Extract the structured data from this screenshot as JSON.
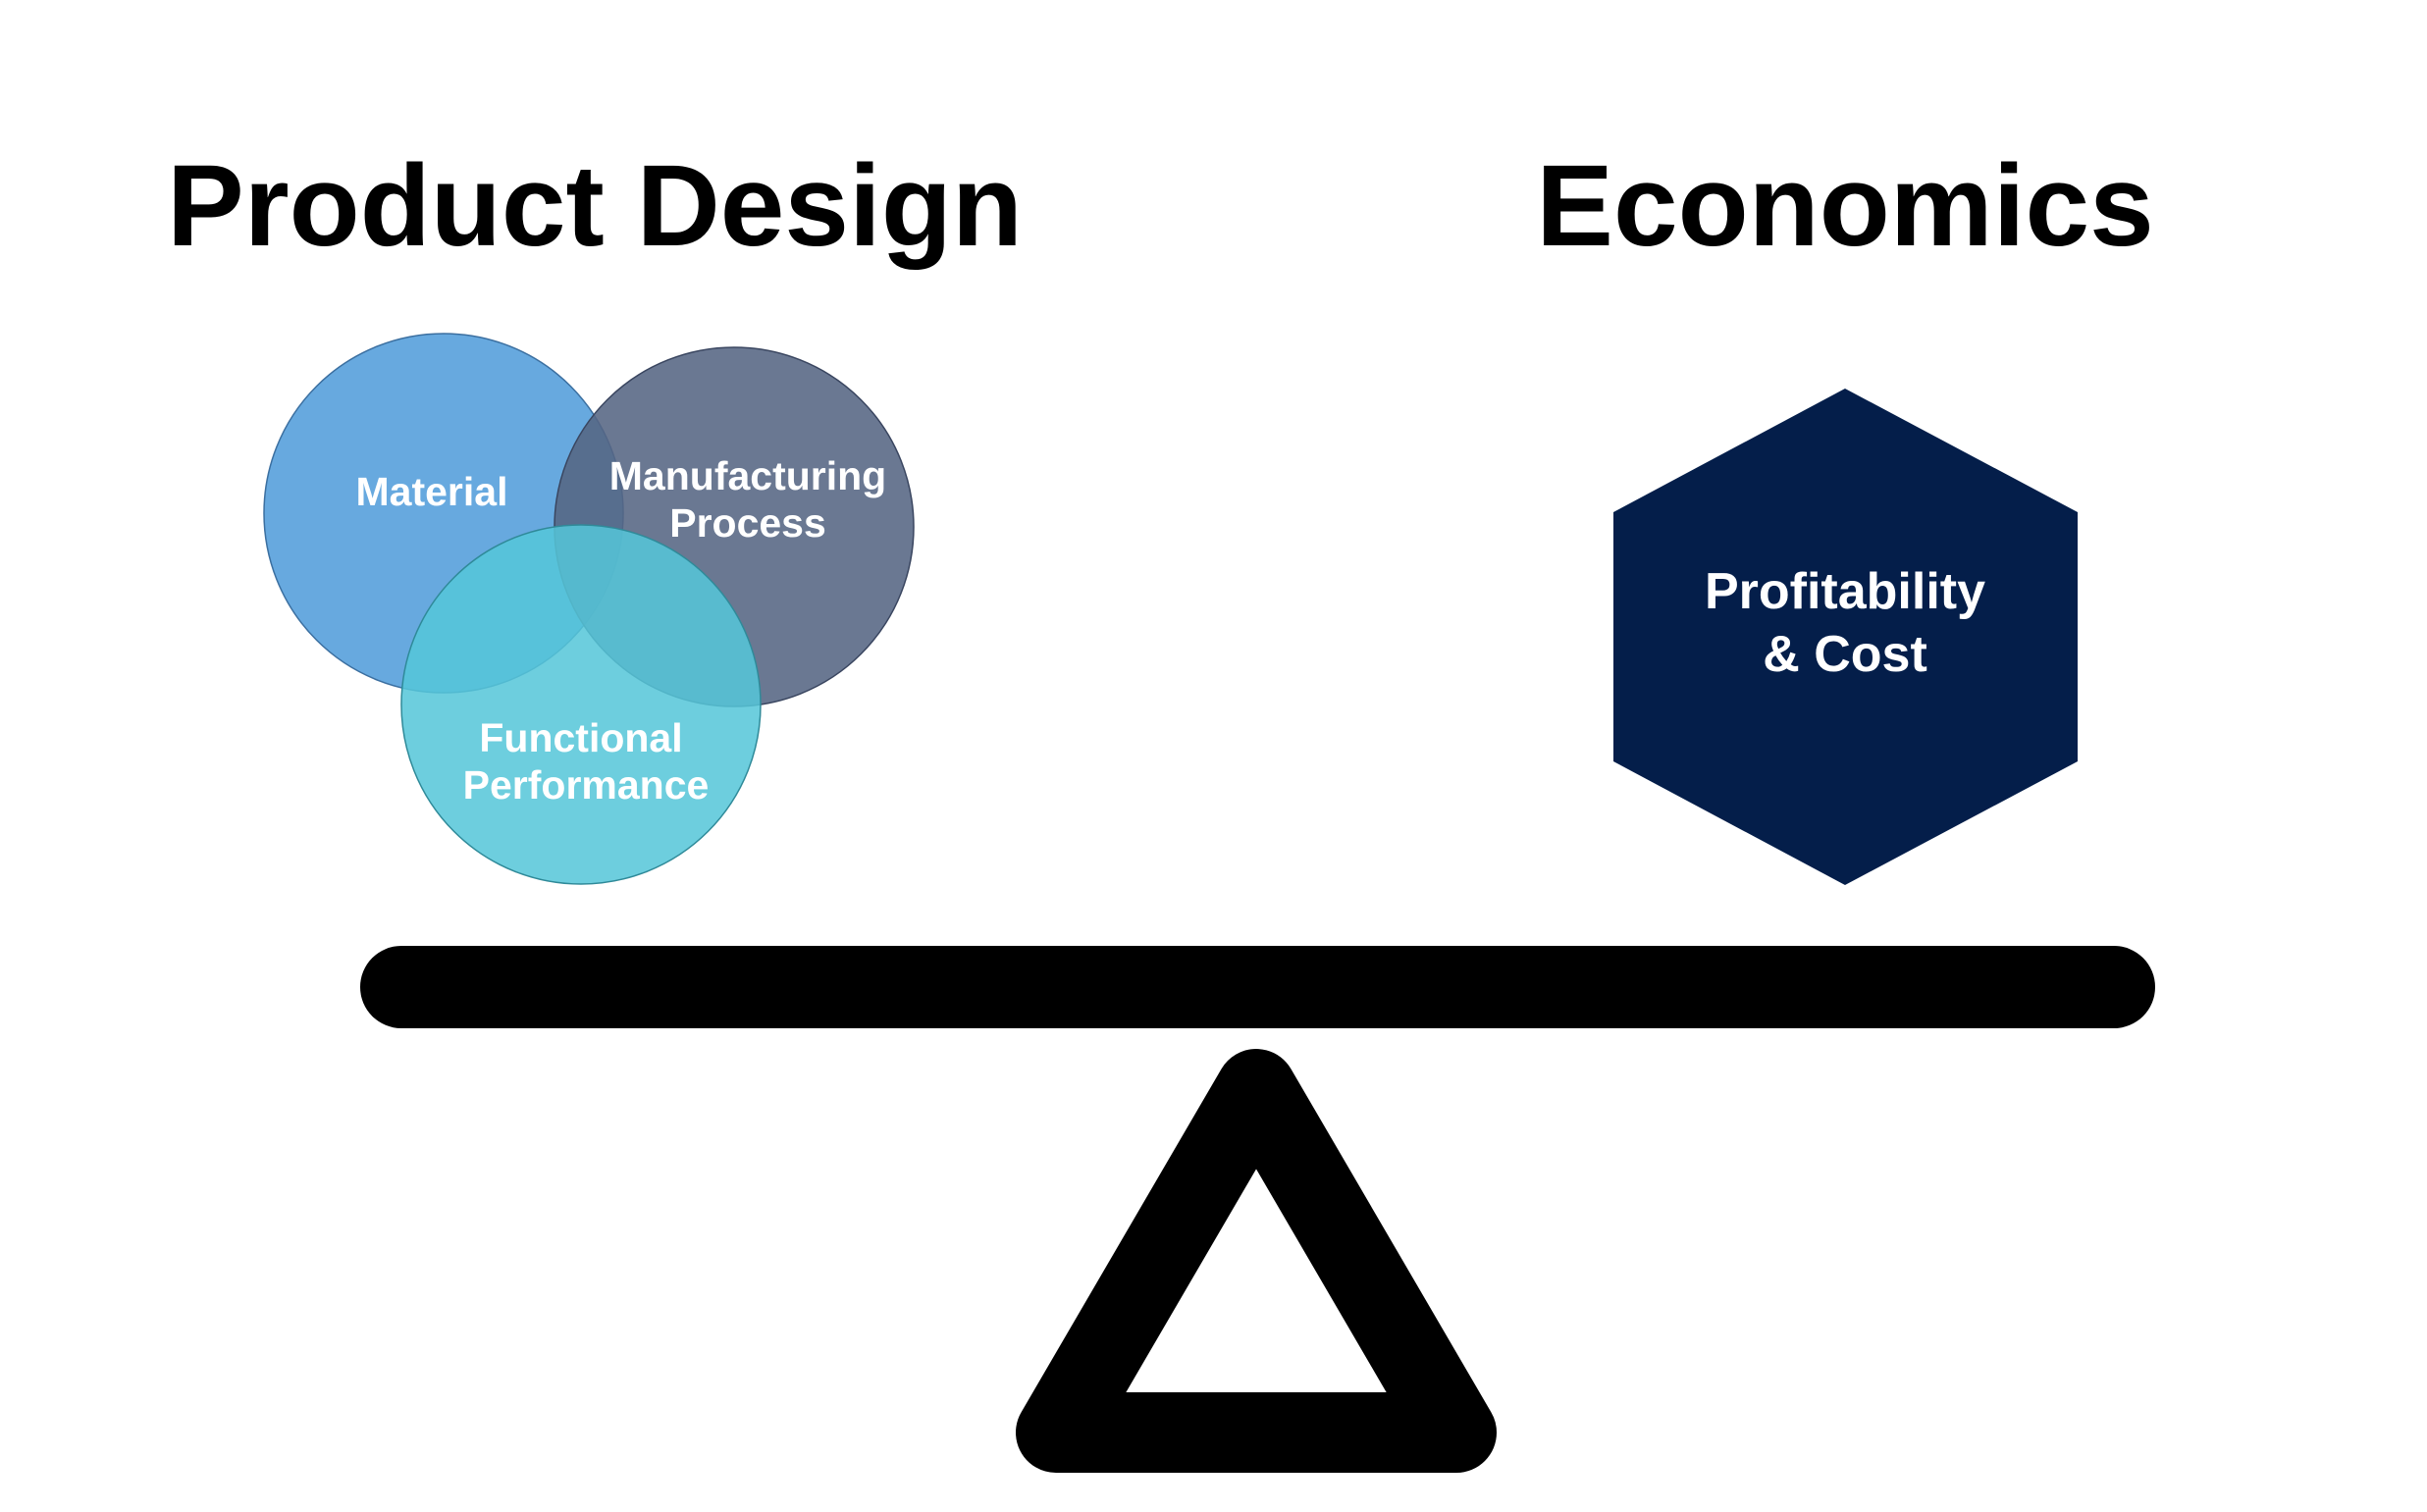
{
  "headings": {
    "left": "Product Design",
    "right": "Economics"
  },
  "venn": {
    "material": {
      "label": "Material",
      "color": "#5aa2dc"
    },
    "manufacturing": {
      "line1": "Manufacturing",
      "line2": "Process",
      "color": "#556583"
    },
    "functional": {
      "line1": "Functional",
      "line2": "Performance",
      "color": "#55c6d9"
    }
  },
  "hexagon": {
    "line1": "Profitability",
    "line2": "& Cost",
    "color": "#041e4a"
  },
  "seesaw": {
    "color": "#000000"
  }
}
